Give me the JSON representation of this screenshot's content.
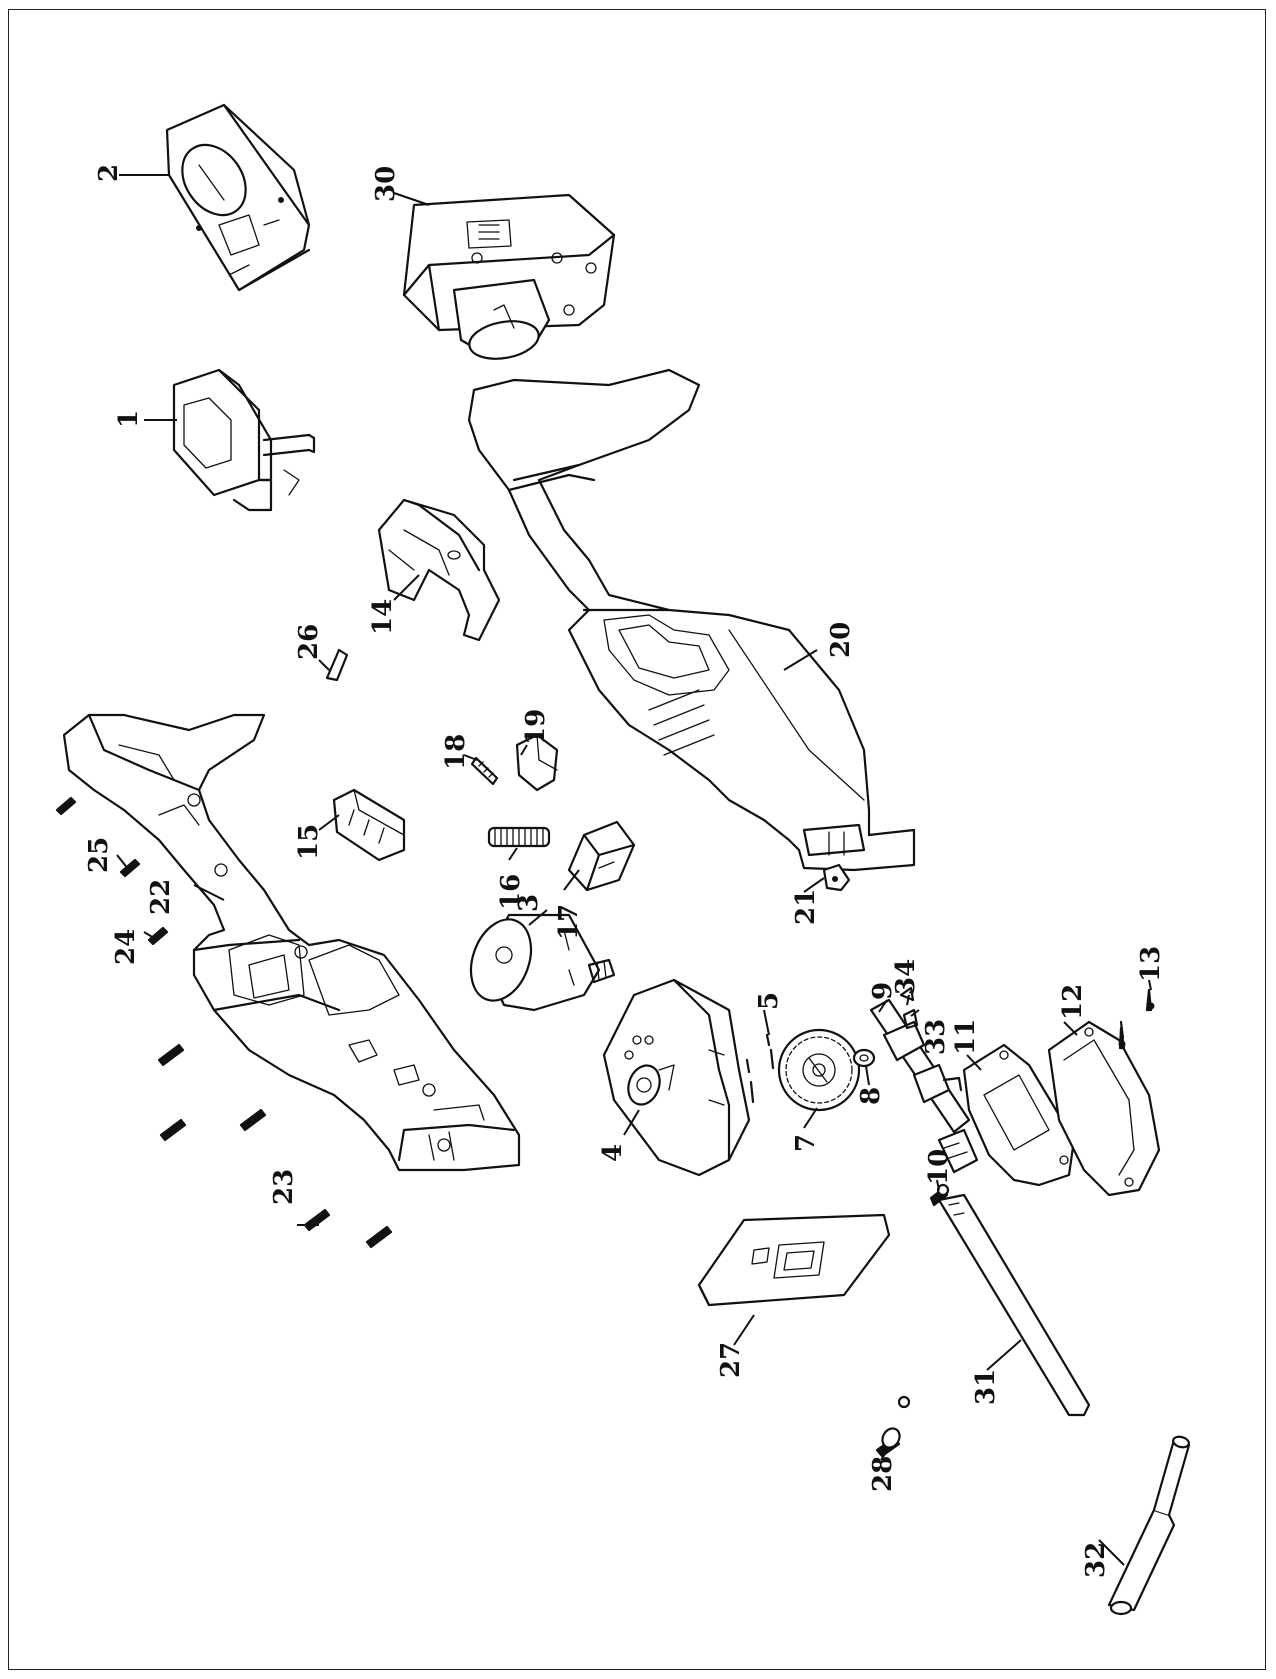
{
  "diagram": {
    "labels": {
      "p1": "1",
      "p2": "2",
      "p3": "3",
      "p4": "4",
      "p5": "5",
      "p7": "7",
      "p8": "8",
      "p9": "9",
      "p10": "10",
      "p11": "11",
      "p12": "12",
      "p13": "13",
      "p14": "14",
      "p15": "15",
      "p16": "16",
      "p17": "17",
      "p18": "18",
      "p19": "19",
      "p20": "20",
      "p21": "21",
      "p22": "22",
      "p23": "23",
      "p24": "24",
      "p25": "25",
      "p26": "26",
      "p27": "27",
      "p28": "28",
      "p30": "30",
      "p31": "31",
      "p32": "32",
      "p33": "33",
      "p34": "34"
    }
  }
}
